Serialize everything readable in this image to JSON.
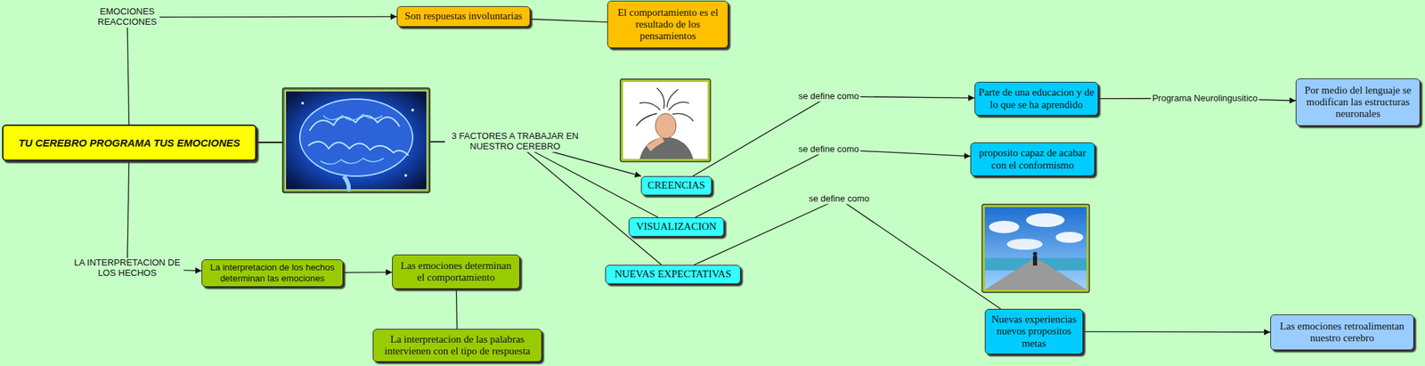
{
  "diagram": {
    "nodes": [
      {
        "text": [
          "TU CEREBRO PROGRAMA TUS EMOCIONES"
        ]
      },
      {
        "text": [
          "Son respuestas involuntarias"
        ]
      },
      {
        "text": [
          "El comportamiento es el resultado de los pensamientos"
        ]
      },
      {
        "text": [
          "CREENCIAS"
        ]
      },
      {
        "text": [
          "VISUALIZACION"
        ]
      },
      {
        "text": [
          "NUEVAS EXPECTATIVAS"
        ]
      },
      {
        "text": [
          "Parte de una educacion y de lo que se ha aprendido"
        ]
      },
      {
        "text": [
          "Por medio del lenguaje se modifican las estructuras neuronales"
        ]
      },
      {
        "text": [
          "proposito capaz de acabar con el conformismo"
        ]
      },
      {
        "text": [
          "Nuevas experiencias nuevos propositos metas"
        ]
      },
      {
        "text": [
          "Las emociones retroalimentan nuestro cerebro"
        ]
      },
      {
        "text": [
          "La interpretacion de los hechos determinan las emociones"
        ]
      },
      {
        "text": [
          "Las emociones determinan el comportamiento"
        ]
      },
      {
        "text": [
          "La interpretacion de las palabras intervienen con el tipo de respuesta"
        ]
      }
    ],
    "edges": [
      {
        "from": 0,
        "to": 1,
        "label": "EMOCIONES REACCIONES",
        "arrow": "to"
      },
      {
        "from": 1,
        "to": 2,
        "arrow": "none"
      },
      {
        "from": 0,
        "to": 3,
        "label": "3 FACTORES A TRABAJAR EN NUESTRO CEREBRO",
        "arrow": "to"
      },
      {
        "from": 0,
        "to": 4,
        "arrow": "none"
      },
      {
        "from": 0,
        "to": 5,
        "arrow": "none"
      },
      {
        "from": 3,
        "to": 6,
        "label": "se define como",
        "arrow": "to"
      },
      {
        "from": 6,
        "to": 7,
        "label": "Programa Neurolingusitico",
        "arrow": "to"
      },
      {
        "from": 4,
        "to": 8,
        "label": "se define como",
        "arrow": "to"
      },
      {
        "from": 5,
        "to": 9,
        "label": "se define como",
        "arrow": "none"
      },
      {
        "from": 9,
        "to": 10,
        "arrow": "to"
      },
      {
        "from": 0,
        "to": 11,
        "label": "LA INTERPRETACION DE LOS HECHOS",
        "arrow": "to"
      },
      {
        "from": 11,
        "to": 12,
        "arrow": "to"
      },
      {
        "from": 12,
        "to": 13,
        "arrow": "none"
      }
    ]
  }
}
